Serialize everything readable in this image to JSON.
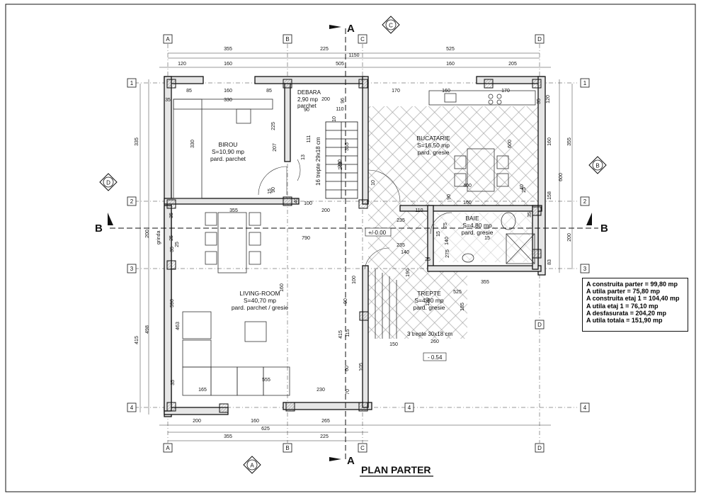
{
  "title": "PLAN PARTER",
  "axes": {
    "columns": [
      "A",
      "B",
      "C",
      "D"
    ],
    "rows": [
      "1",
      "2",
      "3",
      "4"
    ]
  },
  "sections": {
    "a": "A",
    "b": "B",
    "c": "C",
    "d": "D"
  },
  "level_marks": {
    "main": "+/-0.00",
    "lower": "- 0.54"
  },
  "rooms": [
    {
      "key": "birou",
      "name": "BIROU",
      "area": "S=10,90 mp",
      "finish": "pard. parchet"
    },
    {
      "key": "debara",
      "name": "DEBARA",
      "area": "2,90 mp",
      "finish": "parchet"
    },
    {
      "key": "bucatarie",
      "name": "BUCATARIE",
      "area": "S=16,50 mp",
      "finish": "pard. gresie"
    },
    {
      "key": "baie",
      "name": "BAIE",
      "area": "S=4,80 mp",
      "finish": "pard. gresie"
    },
    {
      "key": "living",
      "name": "LIVING-ROOM",
      "area": "S=40,70 mp",
      "finish": "pard. parchet / gresie"
    },
    {
      "key": "trepte",
      "name": "TREPTE",
      "area": "S=4,80 mp",
      "finish": "pard. gresie"
    }
  ],
  "stairs": {
    "main": "16 trepte 29x18 cm",
    "entry": "3 trepte 30x18 cm"
  },
  "notes": {
    "beam": "grinda"
  },
  "summary": [
    "A construita parter = 99,80 mp",
    "A utila parter  = 75,80 mp",
    "A construita etaj 1 = 104,40 mp",
    "A utila etaj 1  = 76,10 mp",
    "A desfasurata  = 204,20 mp",
    "A utila totala = 151,90 mp"
  ],
  "dimensions": {
    "top_outer": [
      "355",
      "225",
      "525"
    ],
    "top_total": "1150",
    "top_second": [
      "120",
      "160",
      "505",
      "160",
      "205"
    ],
    "bottom_inner": [
      "200",
      "160",
      "265"
    ],
    "bottom_mid": [
      "625"
    ],
    "bottom_outer": [
      "355",
      "225"
    ],
    "left_outer": [
      "335",
      "415"
    ],
    "left_inner": [
      "498",
      "200"
    ],
    "right_outer": [
      "355",
      "200"
    ],
    "right_inner": [
      "600",
      "160",
      "158",
      "83"
    ],
    "interior": [
      "85",
      "160",
      "85",
      "330",
      "35",
      "225",
      "207",
      "90",
      "13",
      "111",
      "200",
      "110",
      "10",
      "96",
      "170",
      "160",
      "170",
      "120",
      "35",
      "250",
      "330",
      "40",
      "90",
      "10",
      "15",
      "100",
      "248",
      "355",
      "160",
      "600",
      "400",
      "40",
      "90",
      "35",
      "25",
      "355",
      "200",
      "35",
      "110",
      "25",
      "235",
      "75",
      "235",
      "25",
      "140",
      "25",
      "140",
      "275",
      "15",
      "15",
      "190",
      "790",
      "160",
      "355",
      "525",
      "35",
      "590",
      "463",
      "165",
      "555",
      "230",
      "100",
      "105",
      "185",
      "150",
      "260",
      "415",
      "60",
      "35",
      "70",
      "115",
      "90",
      "120"
    ]
  },
  "colors": {
    "ink": "#111111",
    "grid": "#333333",
    "hatch": "#8c8c8c",
    "wall_fill": "#c9c9c9",
    "page": "#ffffff"
  }
}
